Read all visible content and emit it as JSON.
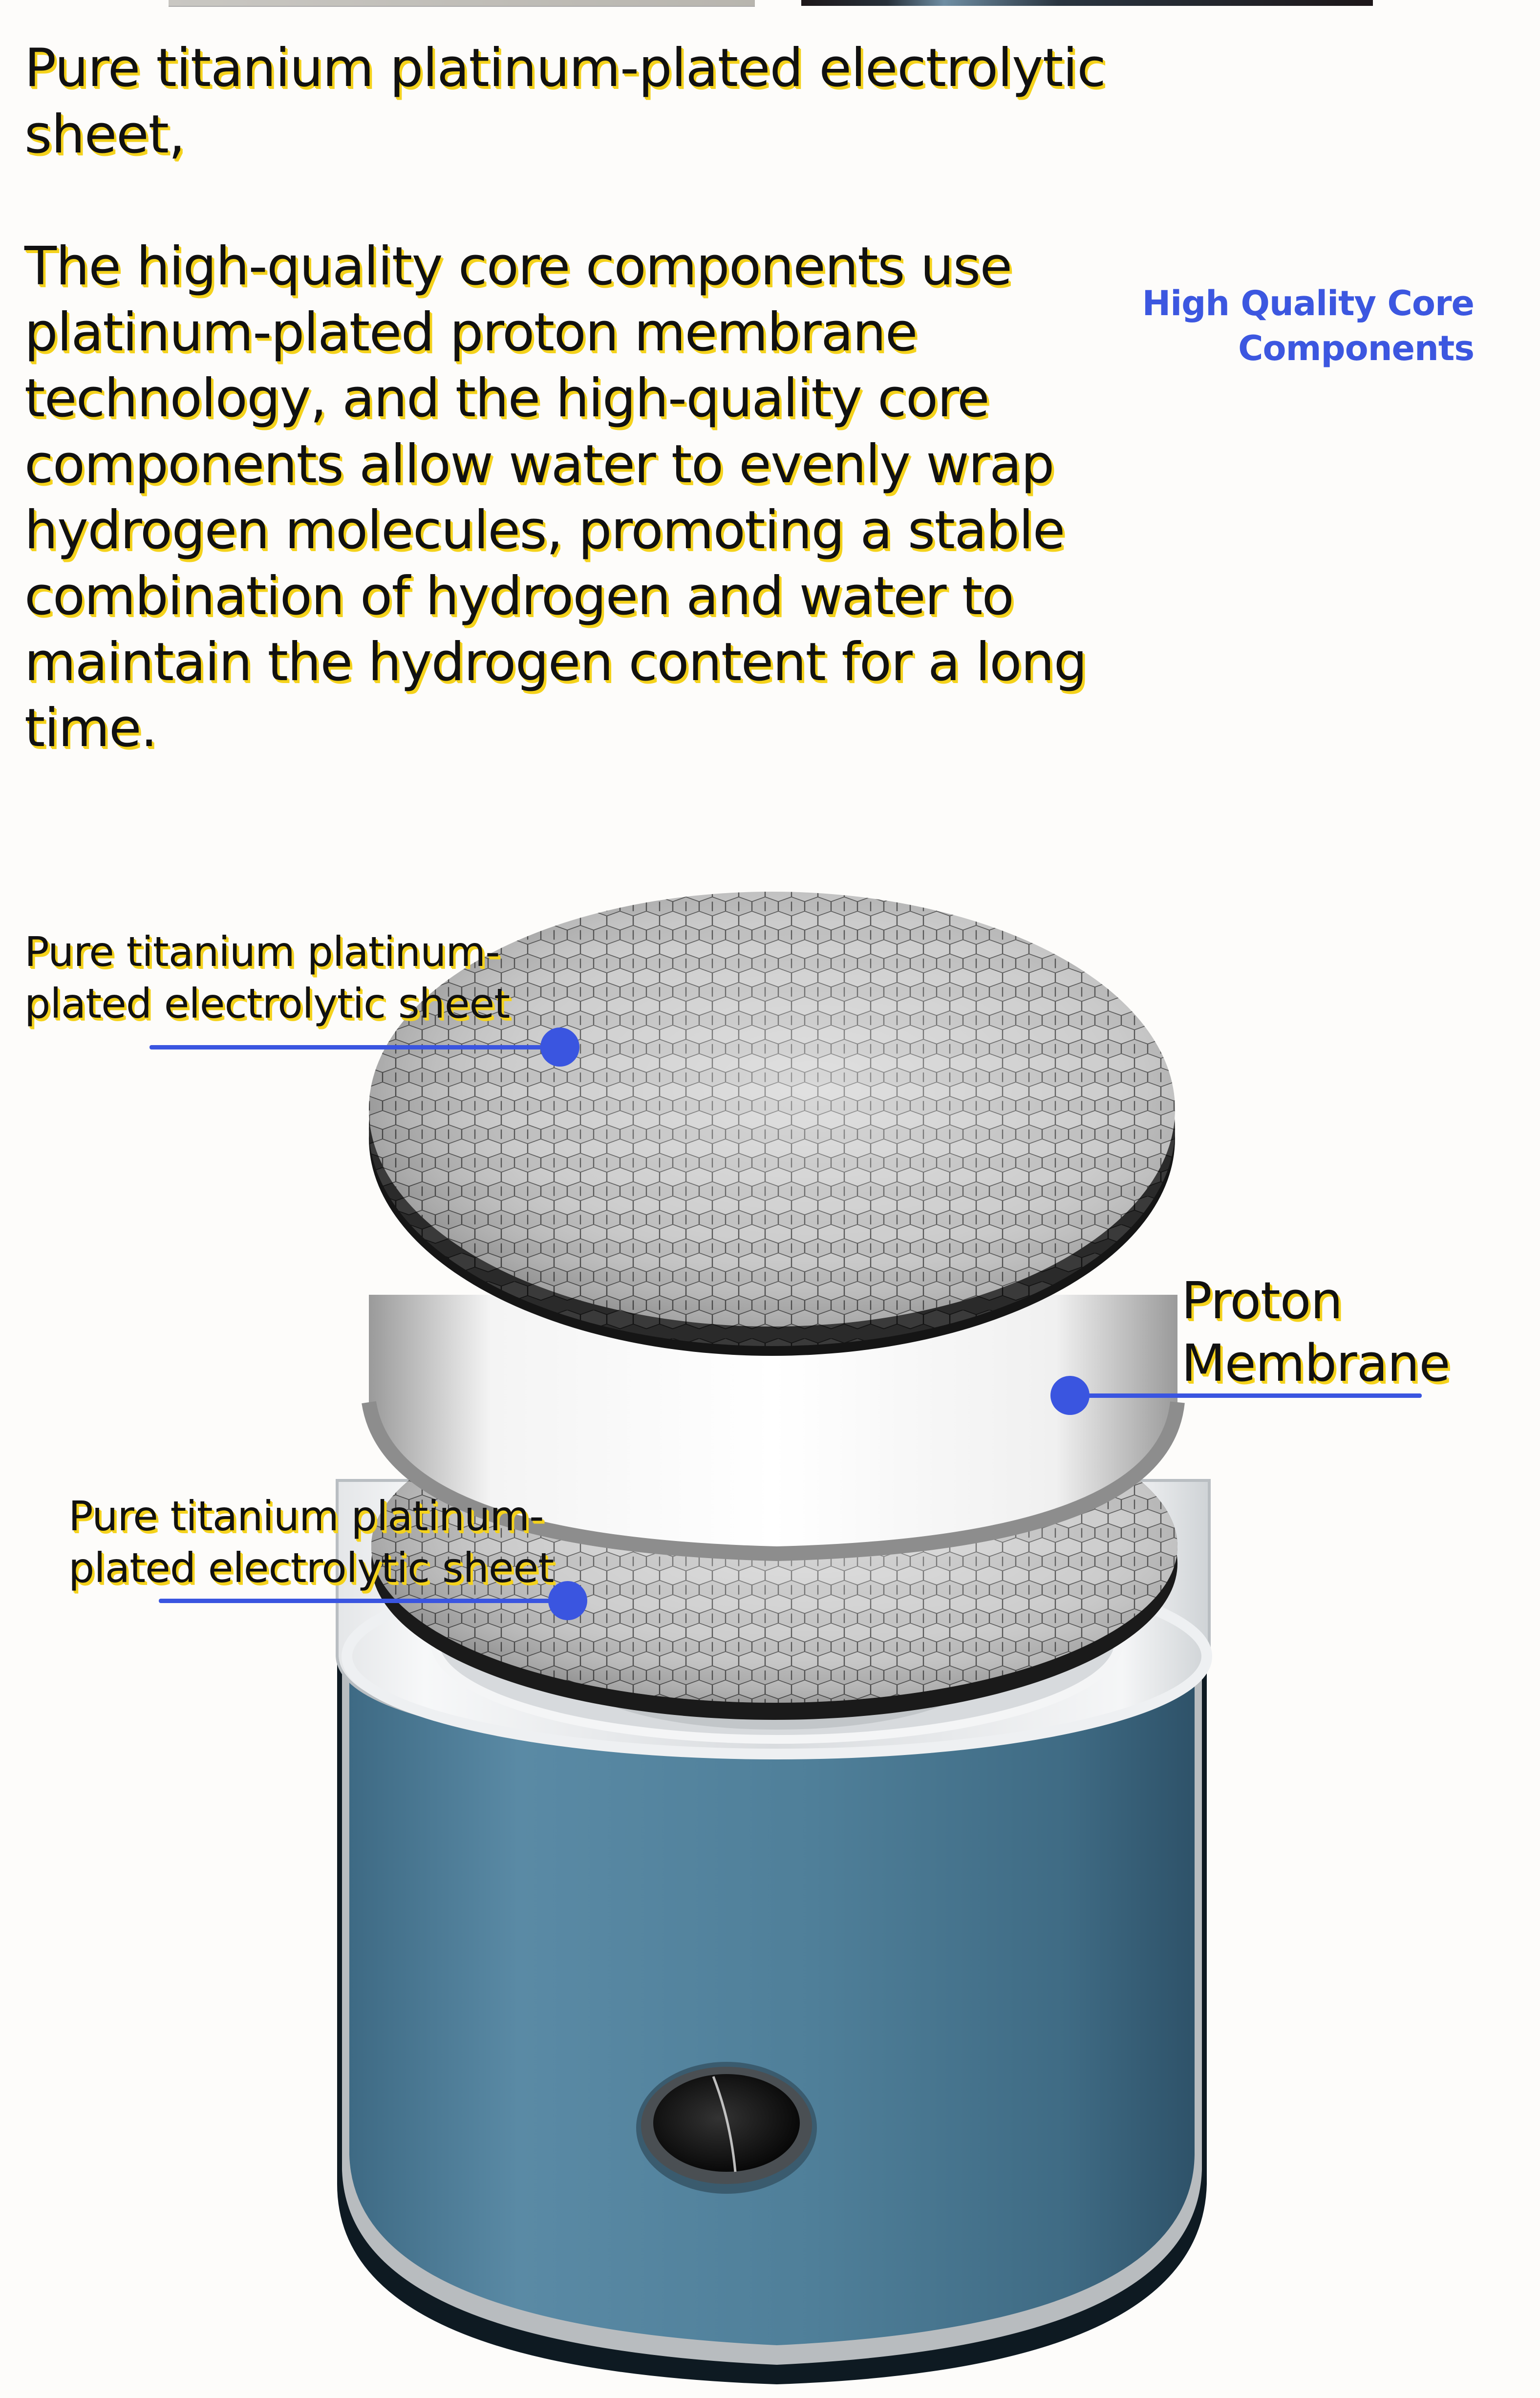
{
  "heading": {
    "line1": "Pure titanium platinum-plated electrolytic",
    "line2": "sheet,"
  },
  "body": {
    "lines": [
      "The high-quality core components use",
      "platinum-plated proton membrane",
      "technology, and the high-quality core",
      "components allow water to evenly wrap",
      "hydrogen molecules, promoting a stable",
      "combination of hydrogen and water to",
      "maintain the hydrogen content for a long",
      "time."
    ]
  },
  "side_title": {
    "line1": "High Quality Core",
    "line2": "Components",
    "color": "#3c57e0"
  },
  "callouts": {
    "top_sheet": {
      "line1": "Pure titanium platinum-",
      "line2": "plated electrolytic sheet"
    },
    "proton_membrane": {
      "line1": "Proton",
      "line2": "Membrane"
    },
    "bottom_sheet": {
      "line1": "Pure titanium platinum-",
      "line2": "plated electrolytic sheet"
    }
  },
  "colors": {
    "accent_blue": "#3a55e0",
    "highlight_yellow": "#f4d21c",
    "device_body": "#4f7d97"
  }
}
